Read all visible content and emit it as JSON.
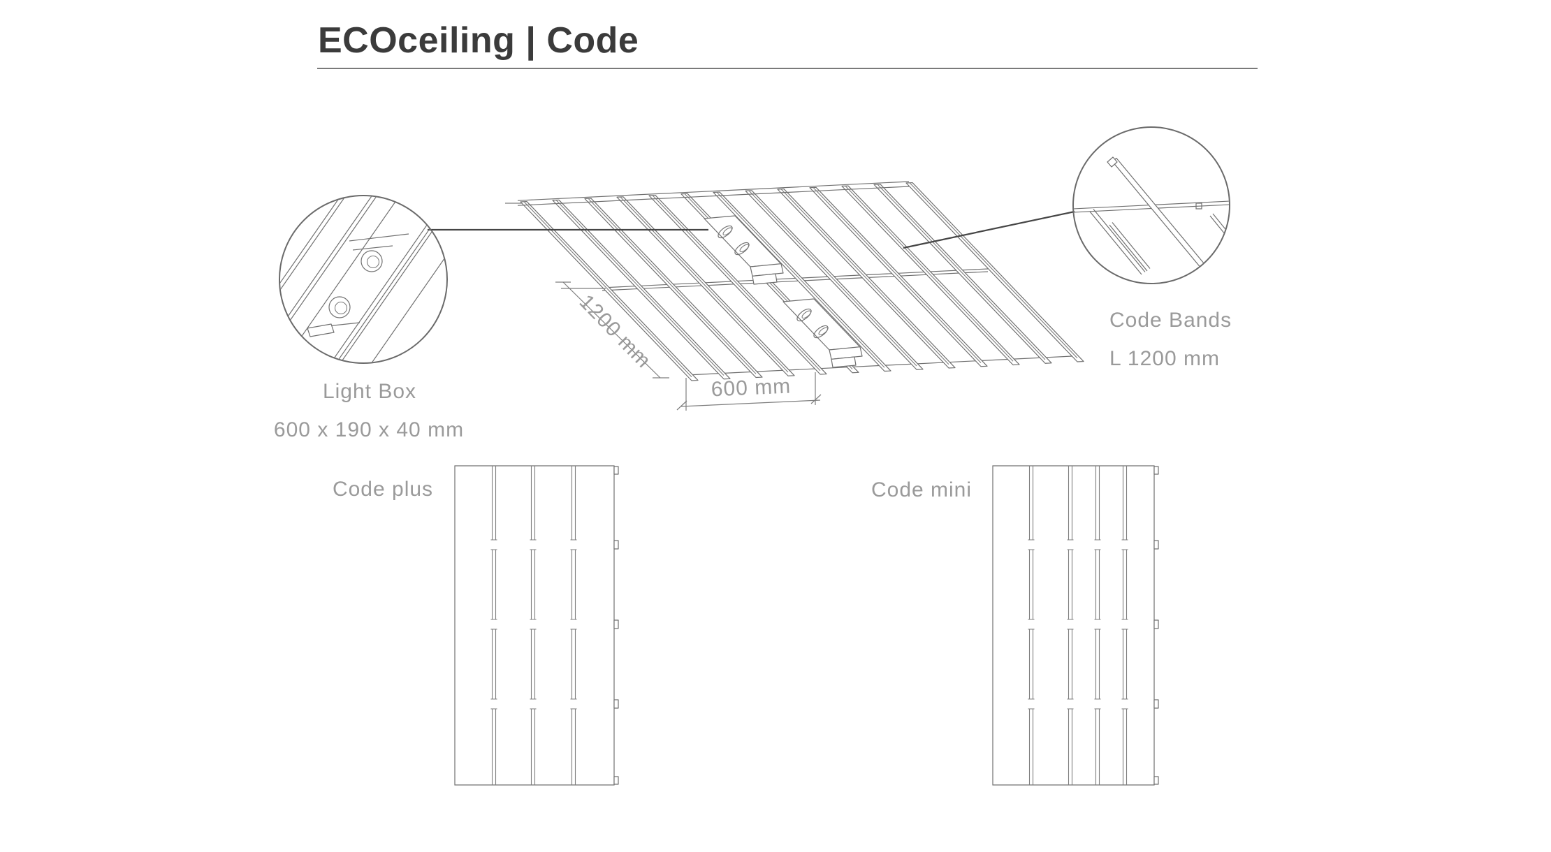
{
  "header": {
    "title": "ECOceiling | Code"
  },
  "callouts": {
    "light_box": {
      "title": "Light Box",
      "dimensions": "600 x 190 x 40 mm"
    },
    "code_bands": {
      "title": "Code Bands",
      "length": "L 1200 mm"
    }
  },
  "dimensions": {
    "depth": "1200 mm",
    "width": "600 mm"
  },
  "panels": {
    "left": {
      "label": "Code plus"
    },
    "right": {
      "label": "Code mini"
    }
  },
  "colors": {
    "background": "#ffffff",
    "line": "#707070",
    "leader": "#454545",
    "muted_text": "#9a9a9a",
    "title_text": "#3b3b3b",
    "rule": "#7a7a7a"
  }
}
